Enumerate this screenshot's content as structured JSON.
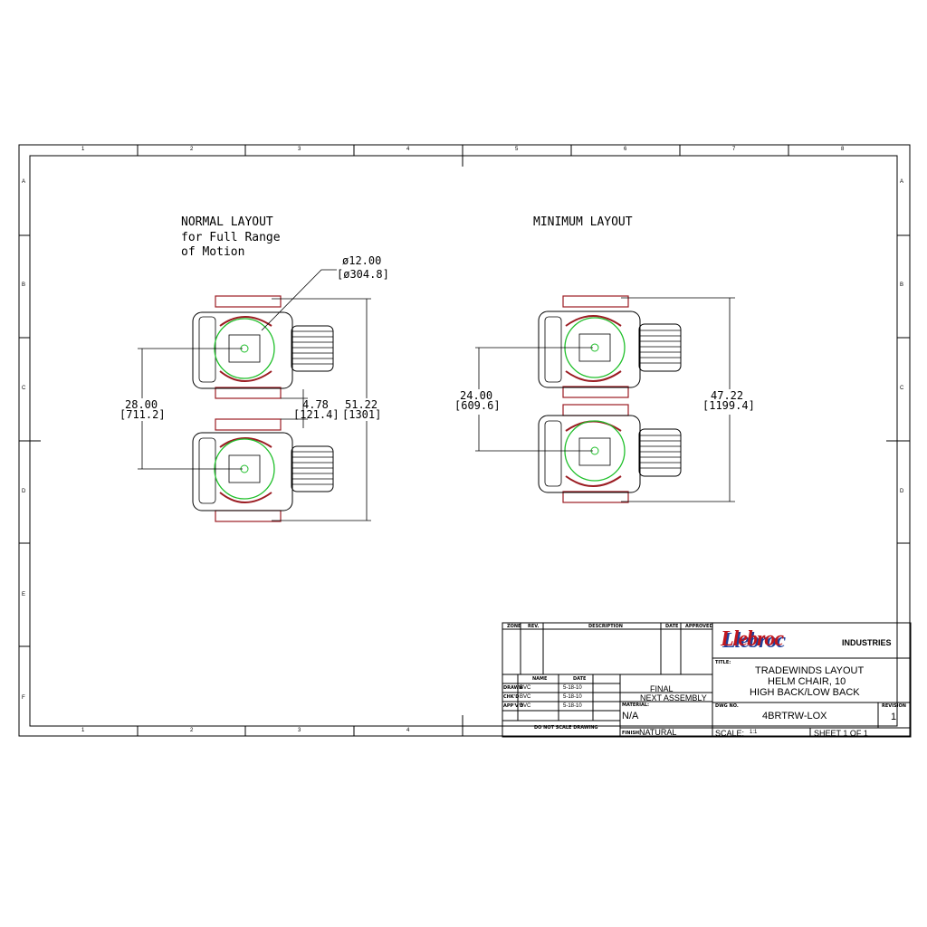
{
  "layouts": {
    "normal": {
      "title_line1": "NORMAL LAYOUT",
      "title_line2": "for Full Range",
      "title_line3": "of Motion"
    },
    "minimum": {
      "title": "MINIMUM LAYOUT"
    }
  },
  "dimensions": {
    "diameter": {
      "in": "ø12.00",
      "mm": "[ø304.8]"
    },
    "normal_center": {
      "in": "28.00",
      "mm": "[711.2]"
    },
    "normal_gap": {
      "in": "4.78",
      "mm": "[121.4]"
    },
    "normal_overall": {
      "in": "51.22",
      "mm": "[1301]"
    },
    "minimum_center": {
      "in": "24.00",
      "mm": "[609.6]"
    },
    "minimum_overall": {
      "in": "47.22",
      "mm": "[1199.4]"
    }
  },
  "zones": {
    "columns": [
      "1",
      "2",
      "3",
      "4",
      "5",
      "6",
      "7",
      "8"
    ],
    "rows": [
      "A",
      "B",
      "C",
      "D",
      "E",
      "F"
    ]
  },
  "revision_block": {
    "headers": [
      "ZONE",
      "REV.",
      "DESCRIPTION",
      "DATE",
      "APPROVED"
    ]
  },
  "signatures": {
    "headers": [
      "NAME",
      "DATE"
    ],
    "rows": [
      {
        "label": "DRAWN",
        "name": "BVC",
        "date": "5-18-10"
      },
      {
        "label": "CHK'D",
        "name": "BVC",
        "date": "5-18-10"
      },
      {
        "label": "APP'V'D",
        "name": "BVC",
        "date": "5-18-10"
      }
    ],
    "note": "DO NOT SCALE DRAWING"
  },
  "title_block": {
    "company_logo": "Llebroc",
    "company_suffix": "INDUSTRIES",
    "title_label": "TITLE:",
    "title_lines": [
      "TRADEWINDS LAYOUT",
      "HELM CHAIR, 10",
      "HIGH BACK/LOW BACK"
    ],
    "final": "FINAL",
    "next_assembly": "NEXT ASSEMBLY",
    "material_label": "MATERIAL:",
    "material": "N/A",
    "finish_label": "FINISH:",
    "finish": "NATURAL",
    "dwg_label": "DWG NO.",
    "dwg_no": "4BRTRW-LOX",
    "revision_label": "REVISION",
    "revision": "1",
    "scale_label": "SCALE:",
    "scale": "1:1",
    "sheet": "SHEET 1 OF 1"
  },
  "colors": {
    "line": "#000000",
    "chair_red": "#9b1c22",
    "swivel_green": "#1fbf2a",
    "logo_red": "#c0161d",
    "logo_blue": "#1f3f9a"
  }
}
